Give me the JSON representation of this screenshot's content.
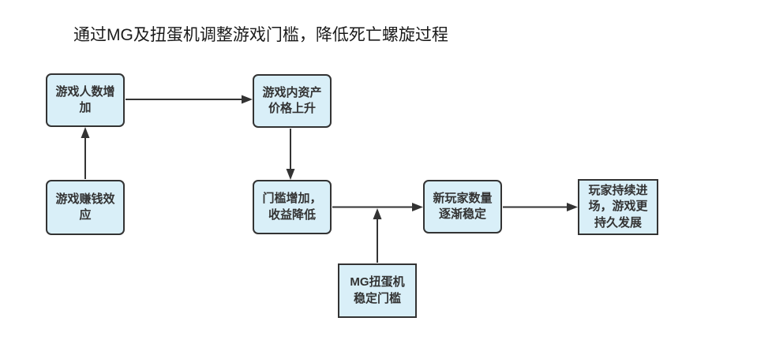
{
  "title": "通过MG及扭蛋机调整游戏门槛，降低死亡螺旋过程",
  "colors": {
    "node_fill": "#d9eff8",
    "node_border": "#333333",
    "node_text": "#333333",
    "arrow": "#333333",
    "background": "#ffffff",
    "title_text": "#1a1a1a"
  },
  "nodes": {
    "player_increase": {
      "label": "游戏人数增\n加"
    },
    "asset_price": {
      "label": "游戏内资产\n价格上升"
    },
    "money_effect": {
      "label": "游戏赚钱效\n应"
    },
    "threshold": {
      "label": "门槛增加，\n收益降低"
    },
    "new_players": {
      "label": "新玩家数量\n逐渐稳定"
    },
    "sustain": {
      "label": "玩家持续进\n场，游戏更\n持久发展"
    },
    "mg_gacha": {
      "label": "MG扭蛋机\n稳定门槛"
    }
  },
  "edges": [
    {
      "from": "money_effect",
      "to": "player_increase",
      "direction": "up"
    },
    {
      "from": "player_increase",
      "to": "asset_price",
      "direction": "right"
    },
    {
      "from": "asset_price",
      "to": "threshold",
      "direction": "down"
    },
    {
      "from": "threshold",
      "to": "new_players",
      "direction": "right"
    },
    {
      "from": "new_players",
      "to": "sustain",
      "direction": "right"
    },
    {
      "from": "mg_gacha",
      "to": "threshold-to-new_players-connector",
      "direction": "up"
    }
  ]
}
